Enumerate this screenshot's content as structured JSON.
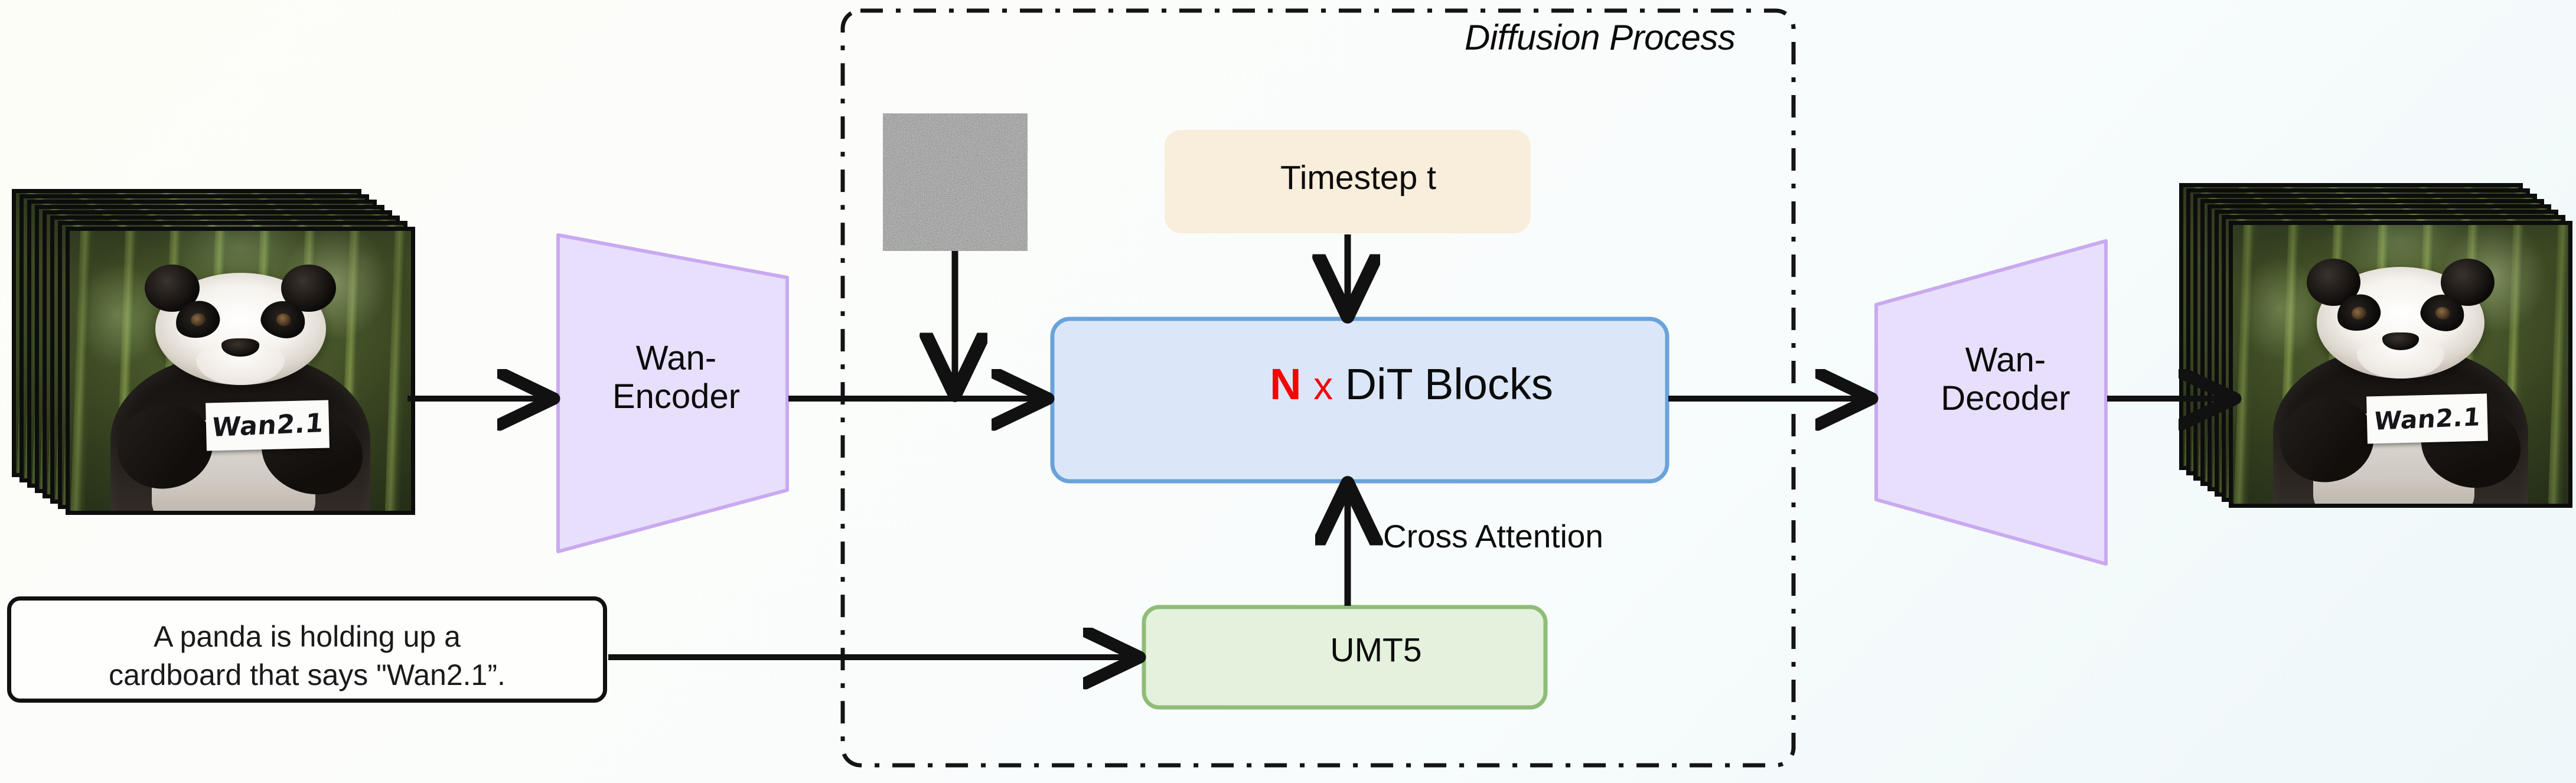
{
  "diagram": {
    "title": "Diffusion Process",
    "background_from": "#fdfdf8",
    "background_to": "#eef7f9"
  },
  "nodes": {
    "input_video": {
      "name": "input-video-frames",
      "sign_text": "Wan2.1",
      "frame_count": 8
    },
    "encoder": {
      "label_line1": "Wan-",
      "label_line2": "Encoder",
      "fill": "#e7dffb",
      "stroke": "#c9a9f0"
    },
    "noise": {
      "name": "gaussian-noise-latent",
      "fill": "#8a8a8a"
    },
    "timestep": {
      "label": "Timestep t",
      "fill": "#f8eedb",
      "stroke": "#f8eedb"
    },
    "dit": {
      "label_n": "N",
      "label_x": "x",
      "label_rest": "DiT Blocks",
      "fill": "#dbe7f8",
      "stroke": "#6aa3db",
      "accent": "#f50505"
    },
    "umt5": {
      "label": "UMT5",
      "fill": "#e4f1dd",
      "stroke": "#8fbd77"
    },
    "decoder": {
      "label_line1": "Wan-",
      "label_line2": "Decoder",
      "fill": "#e7dffb",
      "stroke": "#c9a9f0"
    },
    "output_video": {
      "name": "output-video-frames",
      "sign_text": "Wan2.1",
      "frame_count": 8
    },
    "prompt": {
      "line1": "A panda is holding up a",
      "line2": "cardboard that says \"Wan2.1”."
    }
  },
  "edges": {
    "cross_attention_label": "Cross Attention"
  }
}
